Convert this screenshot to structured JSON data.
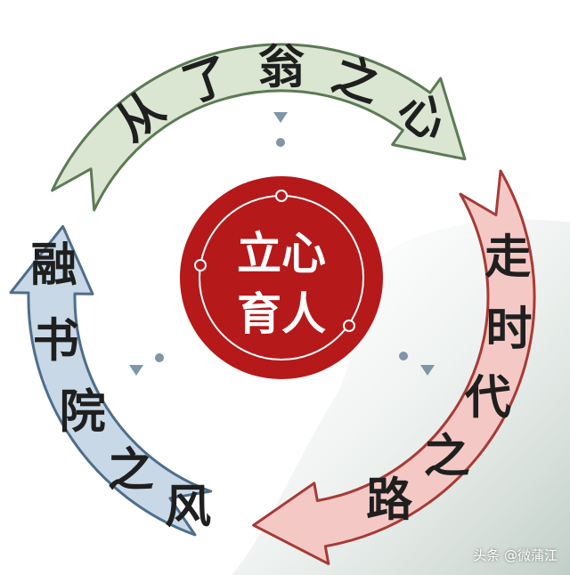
{
  "title": "",
  "center": {
    "line1": "立心",
    "line2": "育人"
  },
  "arcs": {
    "top": {
      "label": "从了翁之心",
      "color": "#dbe6d2",
      "stroke": "#5b7a55"
    },
    "right": {
      "label": "走时代之路",
      "color": "#f4c9c5",
      "stroke": "#a83a36"
    },
    "left": {
      "label": "融书院之风",
      "color": "#c9d8e6",
      "stroke": "#4f6d8c"
    }
  },
  "colors": {
    "center_fill": "#b5191a",
    "center_ring": "#ffffff",
    "marker": "#7f95a8"
  },
  "watermark": "头条 @微蒲江"
}
